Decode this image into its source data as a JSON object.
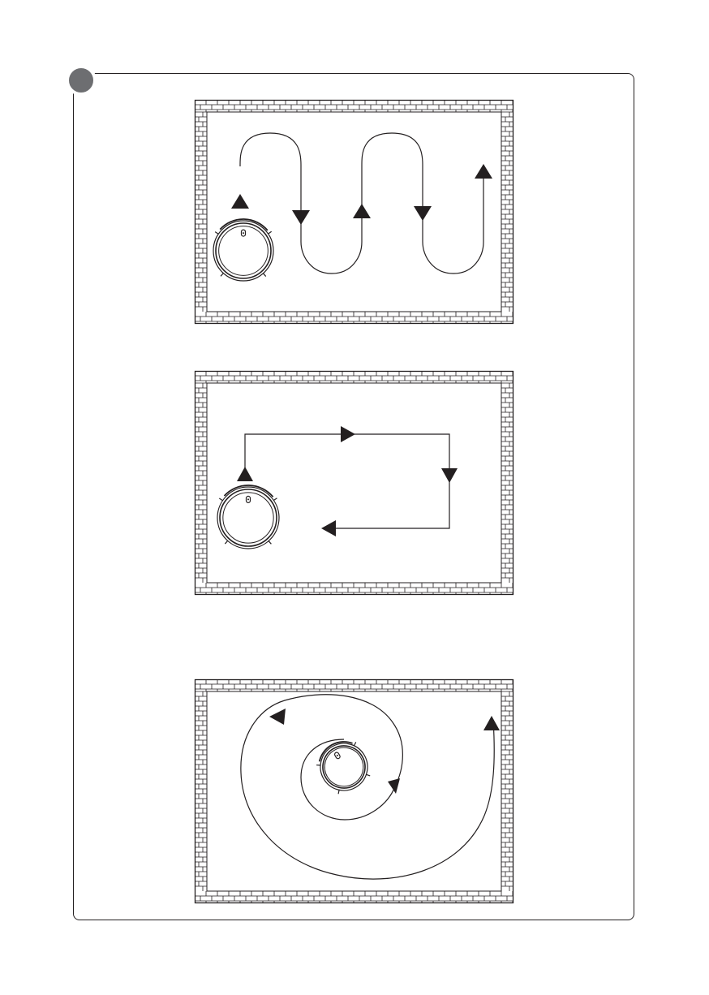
{
  "colors": {
    "line": "#231f20",
    "badge": "#6d6e71",
    "background": "#ffffff"
  },
  "badge": {
    "label": ""
  },
  "panels": [
    {
      "mode": "zigzag",
      "icon": "robot-vacuum-icon",
      "walls": "brick-wall",
      "direction_arrows": 5
    },
    {
      "mode": "edge-rectangle",
      "icon": "robot-vacuum-icon",
      "walls": "brick-wall",
      "direction_arrows": 4
    },
    {
      "mode": "spiral",
      "icon": "robot-vacuum-icon",
      "walls": "brick-wall",
      "direction_arrows": 3
    }
  ]
}
